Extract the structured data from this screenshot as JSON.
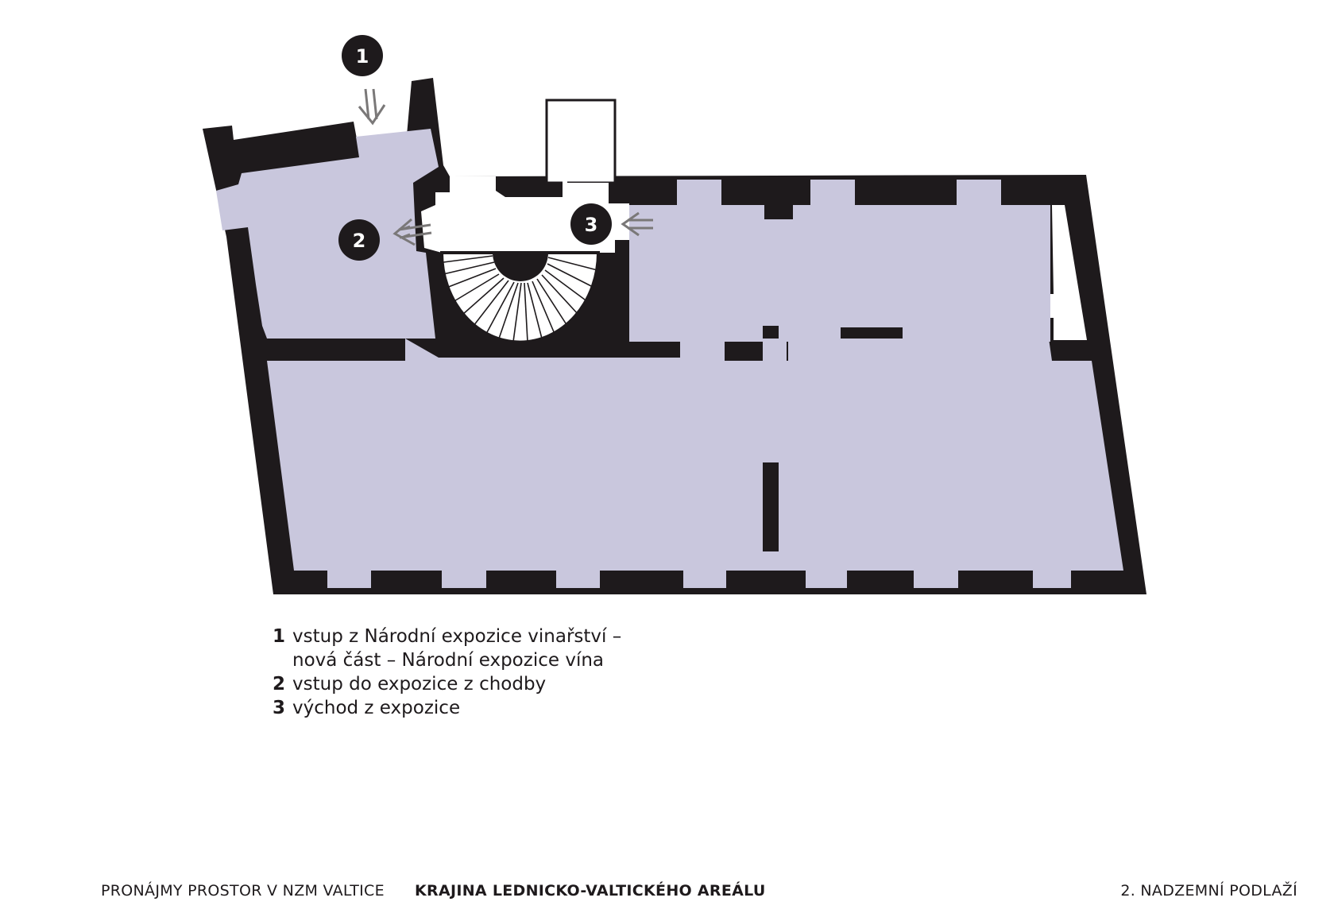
{
  "colors": {
    "wall": "#1e1a1c",
    "room": "#c9c7dd",
    "arrow": "#7a7878",
    "marker": "#1e1a1c"
  },
  "markers": [
    {
      "number": "1",
      "direction": "down"
    },
    {
      "number": "2",
      "direction": "left"
    },
    {
      "number": "3",
      "direction": "left"
    }
  ],
  "legend": [
    {
      "number": "1",
      "lines": [
        "vstup z Národní expozice vinařství –",
        "nová část – Národní expozice vína"
      ]
    },
    {
      "number": "2",
      "lines": [
        "vstup do expozice z chodby"
      ]
    },
    {
      "number": "3",
      "lines": [
        "východ z expozice"
      ]
    }
  ],
  "footer": {
    "left": "PRONÁJMY PROSTOR V NZM VALTICE",
    "middle": "KRAJINA LEDNICKO-VALTICKÉHO AREÁLU",
    "right": "2. NADZEMNÍ PODLAŽÍ"
  }
}
